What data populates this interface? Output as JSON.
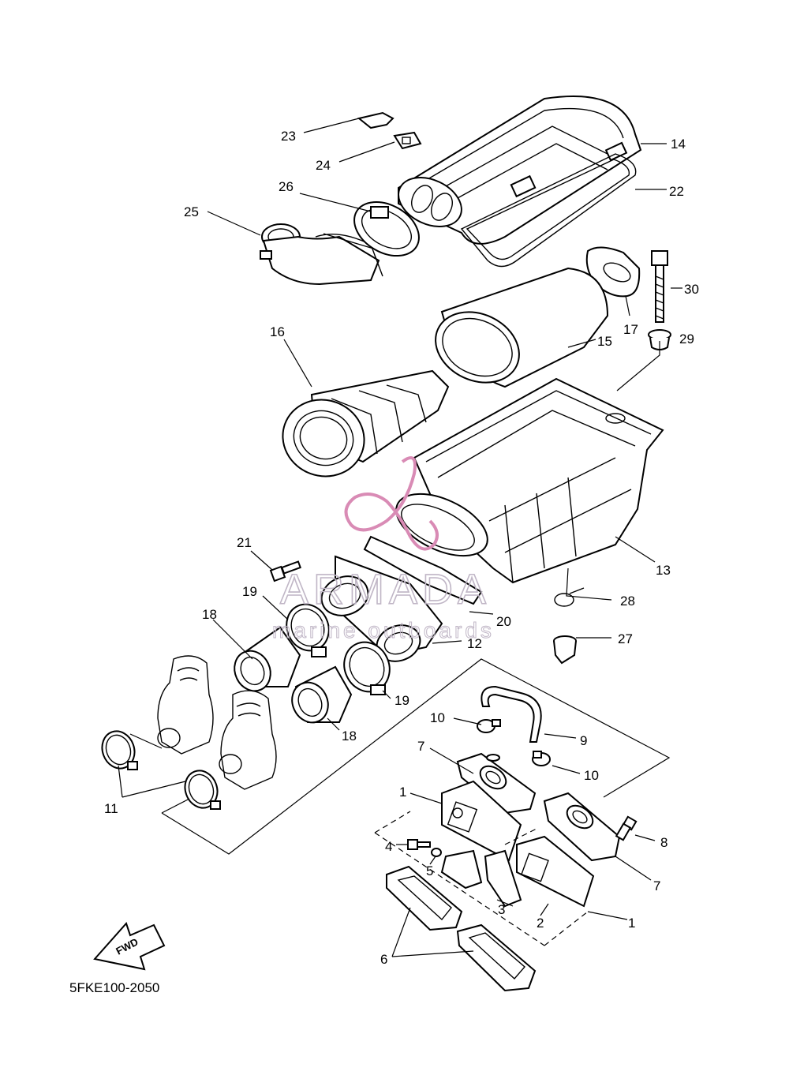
{
  "callouts": [
    {
      "id": "23",
      "text": "23"
    },
    {
      "id": "24",
      "text": "24"
    },
    {
      "id": "25",
      "text": "25"
    },
    {
      "id": "26",
      "text": "26"
    },
    {
      "id": "14",
      "text": "14"
    },
    {
      "id": "22",
      "text": "22"
    },
    {
      "id": "30",
      "text": "30"
    },
    {
      "id": "17",
      "text": "17"
    },
    {
      "id": "29",
      "text": "29"
    },
    {
      "id": "15",
      "text": "15"
    },
    {
      "id": "16",
      "text": "16"
    },
    {
      "id": "13",
      "text": "13"
    },
    {
      "id": "21",
      "text": "21"
    },
    {
      "id": "19a",
      "text": "19"
    },
    {
      "id": "18a",
      "text": "18"
    },
    {
      "id": "20",
      "text": "20"
    },
    {
      "id": "28",
      "text": "28"
    },
    {
      "id": "12",
      "text": "12"
    },
    {
      "id": "27",
      "text": "27"
    },
    {
      "id": "19b",
      "text": "19"
    },
    {
      "id": "18b",
      "text": "18"
    },
    {
      "id": "10a",
      "text": "10"
    },
    {
      "id": "9",
      "text": "9"
    },
    {
      "id": "7a",
      "text": "7"
    },
    {
      "id": "10b",
      "text": "10"
    },
    {
      "id": "1a",
      "text": "1"
    },
    {
      "id": "11",
      "text": "11"
    },
    {
      "id": "8",
      "text": "8"
    },
    {
      "id": "4",
      "text": "4"
    },
    {
      "id": "5",
      "text": "5"
    },
    {
      "id": "7b",
      "text": "7"
    },
    {
      "id": "3",
      "text": "3"
    },
    {
      "id": "2",
      "text": "2"
    },
    {
      "id": "1b",
      "text": "1"
    },
    {
      "id": "6",
      "text": "6"
    }
  ],
  "fwd_label": "FWD",
  "diagram_code": "5FKE100-2050",
  "watermark": {
    "title": "ARMADA",
    "subtitle": "marine outboards",
    "color": "#d98bb5"
  }
}
